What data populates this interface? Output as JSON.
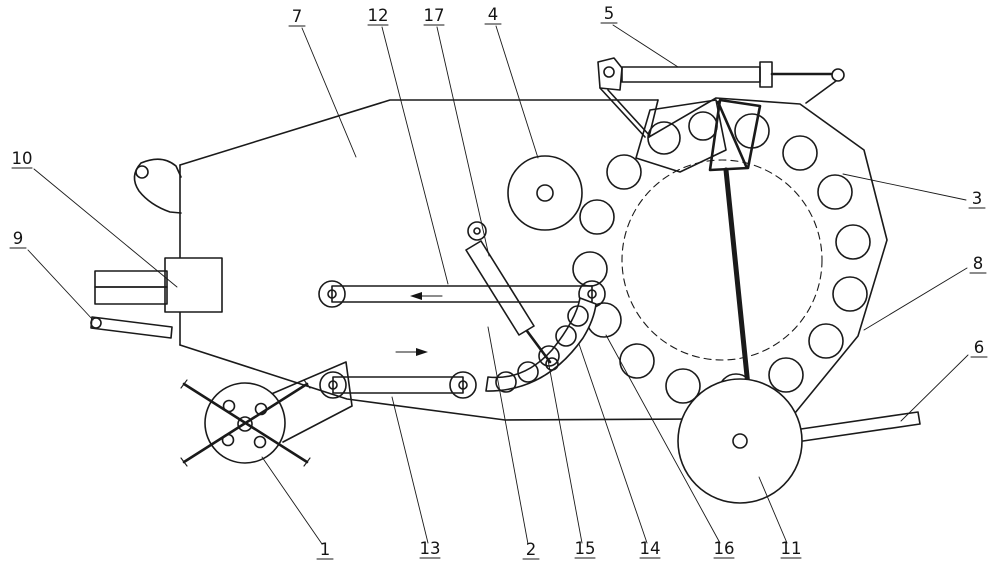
{
  "figure": {
    "background": "#ffffff",
    "line_color": "#1a1a1a",
    "labels": {
      "l1": "1",
      "l2": "2",
      "l3": "3",
      "l4": "4",
      "l5": "5",
      "l6": "6",
      "l7": "7",
      "l8": "8",
      "l9": "9",
      "l10": "10",
      "l11": "11",
      "l12": "12",
      "l13": "13",
      "l14": "14",
      "l15": "15",
      "l16": "16",
      "l17": "17"
    }
  }
}
